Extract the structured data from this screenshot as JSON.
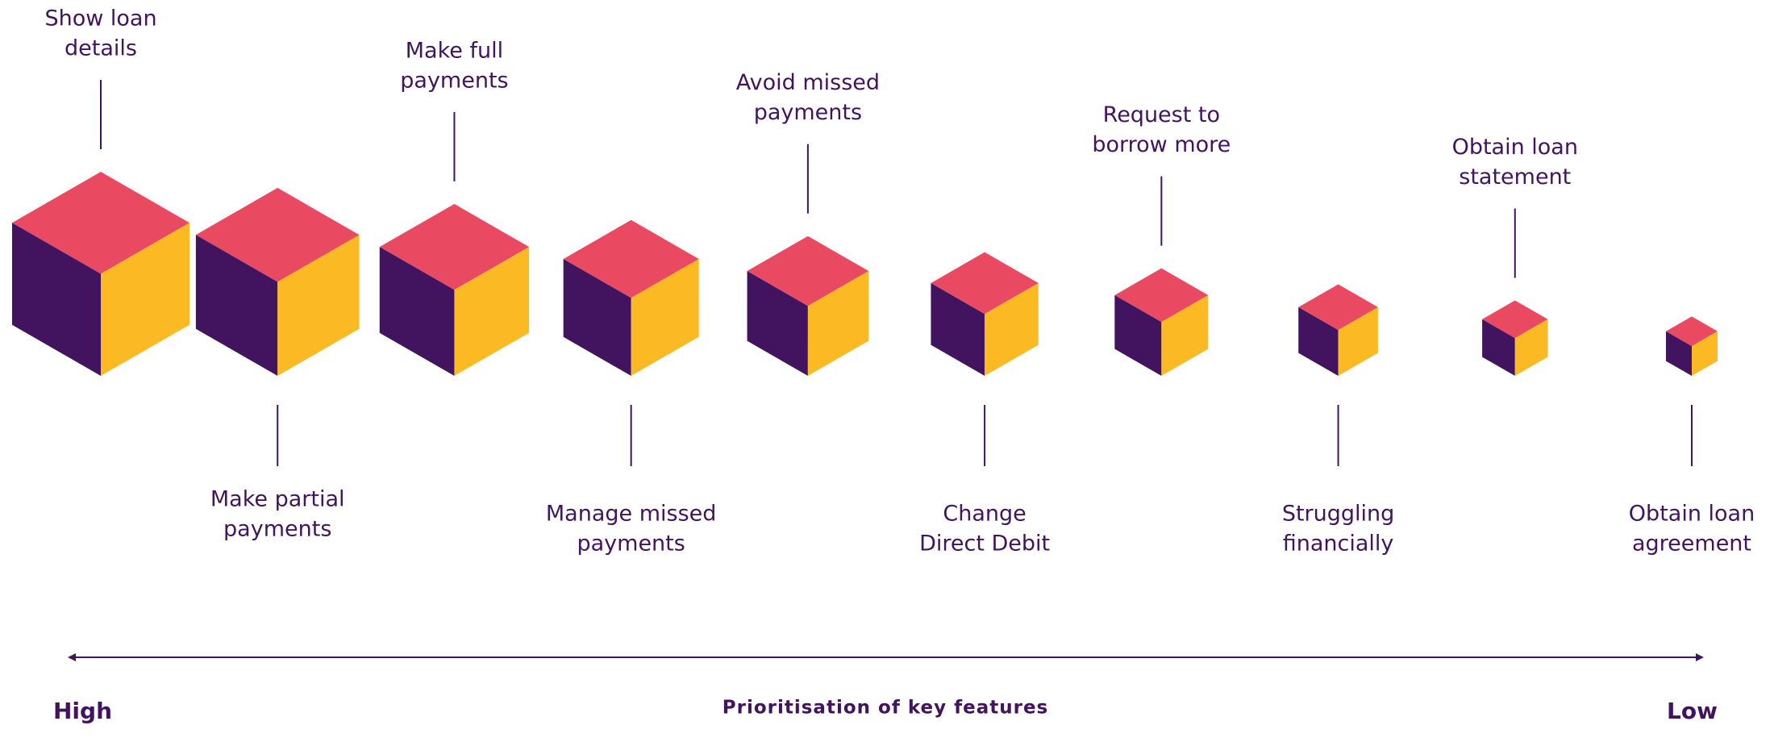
{
  "colors": {
    "top": "#E94A62",
    "left": "#42145F",
    "right": "#FBBA23",
    "text": "#42145F"
  },
  "chart_data": {
    "type": "diagram",
    "title": "Prioritisation of key features",
    "axis": {
      "start_label": "High",
      "end_label": "Low"
    },
    "features": [
      {
        "label": [
          "Show loan",
          "details"
        ],
        "priority_rank": 1,
        "label_side": "top"
      },
      {
        "label": [
          "Make partial",
          "payments"
        ],
        "priority_rank": 2,
        "label_side": "bottom"
      },
      {
        "label": [
          "Make full",
          "payments"
        ],
        "priority_rank": 3,
        "label_side": "top"
      },
      {
        "label": [
          "Manage missed",
          "payments"
        ],
        "priority_rank": 4,
        "label_side": "bottom"
      },
      {
        "label": [
          "Avoid missed",
          "payments"
        ],
        "priority_rank": 5,
        "label_side": "top"
      },
      {
        "label": [
          "Change",
          "Direct Debit"
        ],
        "priority_rank": 6,
        "label_side": "bottom"
      },
      {
        "label": [
          "Request to",
          "borrow more"
        ],
        "priority_rank": 7,
        "label_side": "top"
      },
      {
        "label": [
          "Struggling",
          "financially"
        ],
        "priority_rank": 8,
        "label_side": "bottom"
      },
      {
        "label": [
          "Obtain loan",
          "statement"
        ],
        "priority_rank": 9,
        "label_side": "top"
      },
      {
        "label": [
          "Obtain loan",
          "agreement"
        ],
        "priority_rank": 10,
        "label_side": "bottom"
      }
    ]
  }
}
